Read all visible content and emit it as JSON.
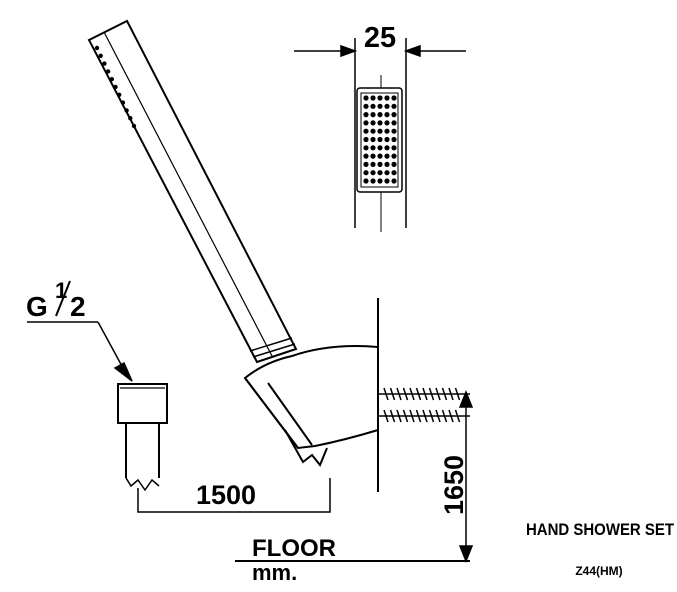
{
  "dimensions": {
    "width_mm": "25",
    "hose_length": "1500",
    "height": "1650"
  },
  "thread": {
    "base": "G",
    "numerator": "1",
    "denominator": "2"
  },
  "labels": {
    "floor": "FLOOR",
    "unit": "mm.",
    "product_name": "HAND SHOWER SET",
    "model_code": "Z44(HM)"
  }
}
